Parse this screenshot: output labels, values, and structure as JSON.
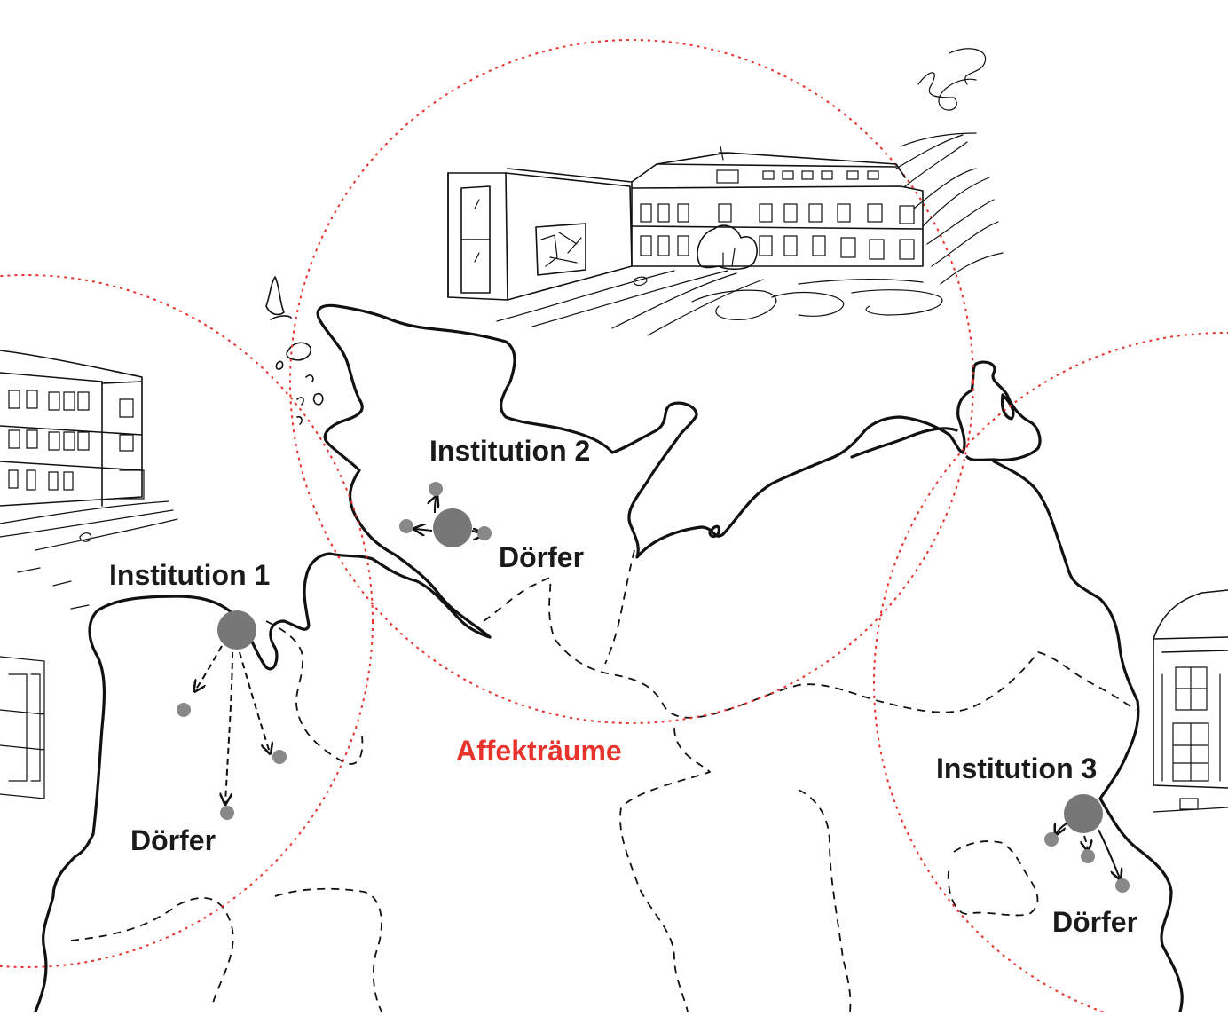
{
  "labels": {
    "institution_1": "Institution 1",
    "institution_2": "Institution 2",
    "institution_3": "Institution 3",
    "villages_1": "Dörfer",
    "villages_2": "Dörfer",
    "villages_3": "Dörfer",
    "affect_spaces": "Affekträume"
  },
  "colors": {
    "affect_circle": "#e8322c",
    "institution_dot": "#777777",
    "village_dot": "#888888",
    "ink": "#111111"
  },
  "icons": [
    "building-sketch",
    "institution-dot",
    "village-dot",
    "arrow"
  ]
}
